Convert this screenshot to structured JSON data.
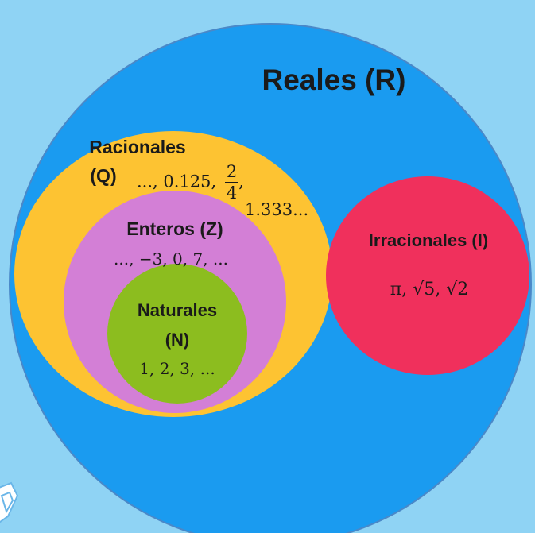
{
  "colors": {
    "background": "#8fd3f4",
    "reales": "#1a9bf0",
    "racionales": "#fdc332",
    "enteros": "#d37fd6",
    "naturales": "#8cbd1f",
    "irracionales": "#f0305c"
  },
  "diagram": {
    "reales": {
      "label": "Reales (R)"
    },
    "racionales": {
      "label_line1": "Racionales",
      "label_line2": "(Q)",
      "examples_start": "..., 0.125,",
      "fraction_num": "2",
      "fraction_den": "4",
      "fraction_comma": ",",
      "examples_end": "1.333..."
    },
    "enteros": {
      "label": "Enteros (Z)",
      "examples": "..., −3, 0, 7, ..."
    },
    "naturales": {
      "label_line1": "Naturales",
      "label_line2": "(N)",
      "examples": "1, 2, 3, ..."
    },
    "irracionales": {
      "label": "Irracionales (I)",
      "examples": "π, √5, √2"
    }
  }
}
